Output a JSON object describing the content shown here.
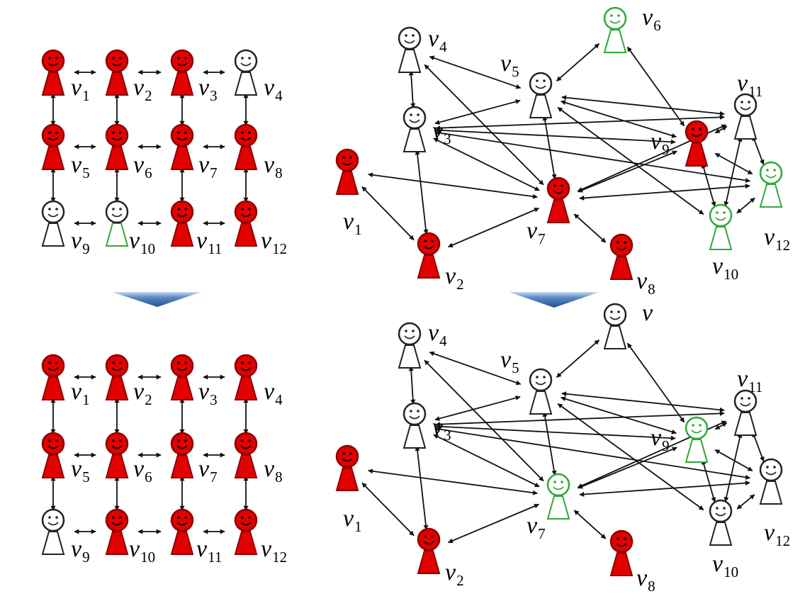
{
  "colors": {
    "activated": "#e30000",
    "inactive": "#ffffff",
    "highlight_outline": "#2fa83a",
    "edge": "#111111",
    "arrow_fill": "#3f74b4"
  },
  "icons": {
    "person": "person-icon",
    "transition": "down-arrow-icon"
  },
  "label_prefix": "v",
  "panels": [
    {
      "id": "grid-before",
      "name": "grid-network-before",
      "nodes": [
        {
          "id": 1,
          "sub": "1",
          "state": "red"
        },
        {
          "id": 2,
          "sub": "2",
          "state": "red"
        },
        {
          "id": 3,
          "sub": "3",
          "state": "red"
        },
        {
          "id": 4,
          "sub": "4",
          "state": "white"
        },
        {
          "id": 5,
          "sub": "5",
          "state": "red"
        },
        {
          "id": 6,
          "sub": "6",
          "state": "red"
        },
        {
          "id": 7,
          "sub": "7",
          "state": "red"
        },
        {
          "id": 8,
          "sub": "8",
          "state": "red"
        },
        {
          "id": 9,
          "sub": "9",
          "state": "white"
        },
        {
          "id": 10,
          "sub": "10",
          "state": "white-green"
        },
        {
          "id": 11,
          "sub": "11",
          "state": "red"
        },
        {
          "id": 12,
          "sub": "12",
          "state": "red"
        }
      ],
      "edges": [
        [
          1,
          2
        ],
        [
          2,
          3
        ],
        [
          3,
          4
        ],
        [
          5,
          6
        ],
        [
          6,
          7
        ],
        [
          7,
          8
        ],
        [
          9,
          10
        ],
        [
          10,
          11
        ],
        [
          11,
          12
        ],
        [
          1,
          5
        ],
        [
          2,
          6
        ],
        [
          3,
          7
        ],
        [
          4,
          8
        ],
        [
          5,
          9
        ],
        [
          6,
          10
        ],
        [
          7,
          11
        ],
        [
          8,
          12
        ]
      ]
    },
    {
      "id": "graph-before",
      "name": "graph-network-before",
      "nodes": [
        {
          "id": 1,
          "sub": "1",
          "state": "red"
        },
        {
          "id": 2,
          "sub": "2",
          "state": "red"
        },
        {
          "id": 3,
          "sub": "3",
          "state": "white"
        },
        {
          "id": 4,
          "sub": "4",
          "state": "white"
        },
        {
          "id": 5,
          "sub": "5",
          "state": "white"
        },
        {
          "id": 6,
          "sub": "6",
          "state": "green"
        },
        {
          "id": 7,
          "sub": "7",
          "state": "red"
        },
        {
          "id": 8,
          "sub": "8",
          "state": "red"
        },
        {
          "id": 9,
          "sub": "9",
          "state": "red"
        },
        {
          "id": 10,
          "sub": "10",
          "state": "green"
        },
        {
          "id": 11,
          "sub": "11",
          "state": "white"
        },
        {
          "id": 12,
          "sub": "12",
          "state": "green"
        }
      ],
      "edges": [
        [
          1,
          2
        ],
        [
          1,
          7
        ],
        [
          2,
          3
        ],
        [
          2,
          7
        ],
        [
          8,
          7
        ],
        [
          4,
          3
        ],
        [
          4,
          5
        ],
        [
          4,
          7
        ],
        [
          5,
          3
        ],
        [
          5,
          7
        ],
        [
          5,
          11
        ],
        [
          5,
          9
        ],
        [
          5,
          10
        ],
        [
          6,
          5
        ],
        [
          6,
          9
        ],
        [
          3,
          11
        ],
        [
          3,
          9
        ],
        [
          3,
          12
        ],
        [
          7,
          9
        ],
        [
          7,
          11
        ],
        [
          7,
          12
        ],
        [
          9,
          11
        ],
        [
          9,
          12
        ],
        [
          9,
          10
        ],
        [
          11,
          12
        ],
        [
          11,
          10
        ],
        [
          12,
          10
        ],
        [
          3,
          7
        ]
      ]
    },
    {
      "id": "grid-after",
      "name": "grid-network-after",
      "nodes": [
        {
          "id": 1,
          "sub": "1",
          "state": "red"
        },
        {
          "id": 2,
          "sub": "2",
          "state": "red"
        },
        {
          "id": 3,
          "sub": "3",
          "state": "red"
        },
        {
          "id": 4,
          "sub": "4",
          "state": "red"
        },
        {
          "id": 5,
          "sub": "5",
          "state": "red"
        },
        {
          "id": 6,
          "sub": "6",
          "state": "red"
        },
        {
          "id": 7,
          "sub": "7",
          "state": "red"
        },
        {
          "id": 8,
          "sub": "8",
          "state": "red"
        },
        {
          "id": 9,
          "sub": "9",
          "state": "white"
        },
        {
          "id": 10,
          "sub": "10",
          "state": "red"
        },
        {
          "id": 11,
          "sub": "11",
          "state": "red"
        },
        {
          "id": 12,
          "sub": "12",
          "state": "red"
        }
      ],
      "edges": [
        [
          1,
          2
        ],
        [
          2,
          3
        ],
        [
          3,
          4
        ],
        [
          5,
          6
        ],
        [
          6,
          7
        ],
        [
          7,
          8
        ],
        [
          9,
          10
        ],
        [
          10,
          11
        ],
        [
          11,
          12
        ],
        [
          1,
          5
        ],
        [
          2,
          6
        ],
        [
          3,
          7
        ],
        [
          4,
          8
        ],
        [
          5,
          9
        ],
        [
          6,
          10
        ],
        [
          7,
          11
        ],
        [
          8,
          12
        ]
      ]
    },
    {
      "id": "graph-after",
      "name": "graph-network-after",
      "nodes": [
        {
          "id": 1,
          "sub": "1",
          "state": "red"
        },
        {
          "id": 2,
          "sub": "2",
          "state": "red"
        },
        {
          "id": 3,
          "sub": "3",
          "state": "white"
        },
        {
          "id": 4,
          "sub": "4",
          "state": "white"
        },
        {
          "id": 5,
          "sub": "5",
          "state": "white"
        },
        {
          "id": 6,
          "sub": "",
          "state": "white"
        },
        {
          "id": 7,
          "sub": "7",
          "state": "green"
        },
        {
          "id": 8,
          "sub": "8",
          "state": "red"
        },
        {
          "id": 9,
          "sub": "9",
          "state": "green"
        },
        {
          "id": 10,
          "sub": "10",
          "state": "white"
        },
        {
          "id": 11,
          "sub": "11",
          "state": "white"
        },
        {
          "id": 12,
          "sub": "12",
          "state": "white"
        }
      ],
      "edges": [
        [
          1,
          2
        ],
        [
          1,
          7
        ],
        [
          2,
          3
        ],
        [
          2,
          7
        ],
        [
          8,
          7
        ],
        [
          4,
          3
        ],
        [
          4,
          5
        ],
        [
          4,
          7
        ],
        [
          5,
          3
        ],
        [
          5,
          7
        ],
        [
          5,
          11
        ],
        [
          5,
          9
        ],
        [
          5,
          10
        ],
        [
          6,
          5
        ],
        [
          6,
          9
        ],
        [
          3,
          11
        ],
        [
          3,
          9
        ],
        [
          3,
          12
        ],
        [
          7,
          9
        ],
        [
          7,
          11
        ],
        [
          7,
          12
        ],
        [
          9,
          11
        ],
        [
          9,
          12
        ],
        [
          9,
          10
        ],
        [
          11,
          12
        ],
        [
          11,
          10
        ],
        [
          12,
          10
        ],
        [
          3,
          7
        ]
      ]
    }
  ]
}
